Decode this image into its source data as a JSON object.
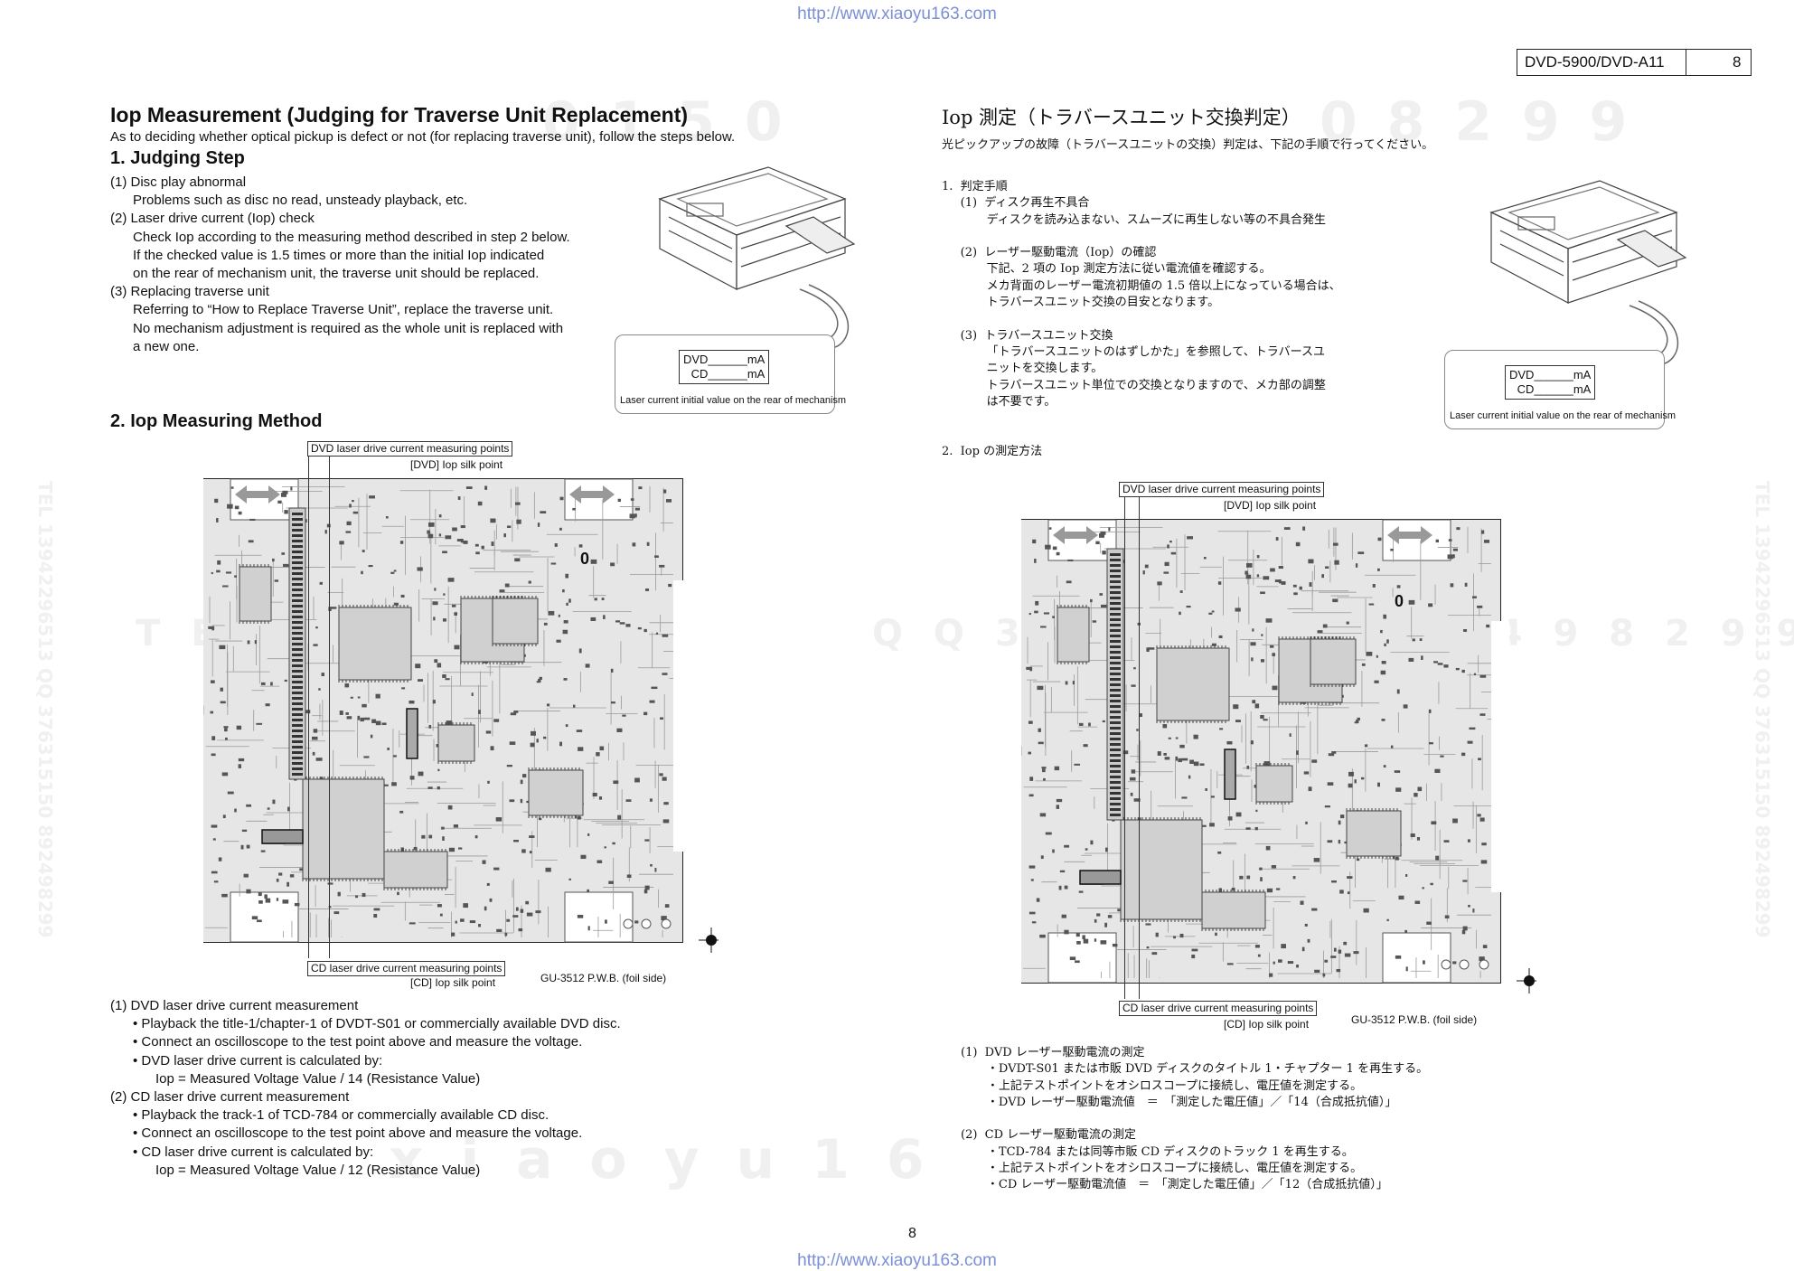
{
  "site_url": "http://www.xiaoyu163.com",
  "header": {
    "model": "DVD-5900/DVD-A11",
    "page": "8"
  },
  "watermarks": {
    "row1": "0 1 5 0",
    "row1b": "0 8 2 9 9",
    "row2": "T E L",
    "row2b": "Q Q 3 7 6 3 1 5 1 5 0 4 9 8 2 9 9",
    "row3": "x i a o y u 1 6",
    "side_left": "TEL 13942296513 QQ 376315150 892498299",
    "side_right": "TEL 13942296513 QQ 376315150 892498299"
  },
  "en": {
    "title": "Iop Measurement (Judging for Traverse Unit Replacement)",
    "intro": "As to deciding whether optical pickup is defect or not (for replacing traverse unit), follow the steps below.",
    "s1_title": "1. Judging Step",
    "s1_body": "(1) Disc play abnormal\n      Problems such as disc no read, unsteady playback, etc.\n(2) Laser drive current (Iop) check\n      Check Iop according to the measuring method described in step 2 below.\n      If the checked value is 1.5 times or more than the initial Iop indicated\n      on the rear of mechanism unit, the traverse unit should be replaced.\n(3) Replacing traverse unit\n      Referring to “How to Replace Traverse Unit”, replace the traverse unit.\n      No mechanism adjustment is required as the whole unit is replaced with\n      a new one.",
    "s2_title": "2. Iop Measuring Method",
    "bottom_body": "(1) DVD laser drive current measurement\n      • Playback the title-1/chapter-1 of DVDT-S01 or commercially available DVD disc.\n      • Connect an oscilloscope to the test point above and measure the voltage.\n      • DVD laser drive current is calculated by:\n            Iop = Measured Voltage Value / 14 (Resistance Value)\n(2) CD laser drive current measurement\n      • Playback the track-1 of TCD-784 or commercially available CD disc.\n      • Connect an oscilloscope to the test point above and measure the voltage.\n      • CD laser drive current is calculated by:\n            Iop = Measured Voltage Value / 12 (Resistance Value)"
  },
  "jp": {
    "title": "Iop 測定（トラバースユニット交換判定）",
    "intro": "光ピックアップの故障（トラバースユニットの交換）判定は、下記の手順で行ってください。",
    "s1_body": "1.  判定手順\n     (1)  ディスク再生不具合\n            ディスクを読み込まない、スムーズに再生しない等の不具合発生\n\n     (2)  レーザー駆動電流（Iop）の確認\n            下記、2 項の Iop 測定方法に従い電流値を確認する。\n            メカ背面のレーザー電流初期値の 1.5 倍以上になっている場合は、\n            トラバースユニット交換の目安となります。\n\n     (3)  トラバースユニット交換\n            「トラバースユニットのはずしかた」を参照して、トラバースユ\n            ニットを交換します。\n            トラバースユニット単位での交換となりますので、メカ部の調整\n            は不要です。",
    "s2_title": "2.  Iop の測定方法",
    "bottom_body": "(1)  DVD レーザー駆動電流の測定\n       ・DVDT-S01 または市販 DVD ディスクのタイトル 1・チャプター 1 を再生する。\n       ・上記テストポイントをオシロスコープに接続し、電圧値を測定する。\n       ・DVD レーザー駆動電流値　＝　「測定した電圧値」／「14（合成抵抗値）」\n\n(2)  CD レーザー駆動電流の測定\n       ・TCD-784 または同等市販 CD ディスクのトラック 1 を再生する。\n       ・上記テストポイントをオシロスコープに接続し、電圧値を測定する。\n       ・CD レーザー駆動電流値　＝　「測定した電圧値」／「12（合成抵抗値）」"
  },
  "mech": {
    "dvd_label": "DVD______mA",
    "cd_label": "CD______mA",
    "caption": "Laser current initial value on the rear of mechanism"
  },
  "pcb": {
    "dvd_points": "DVD laser drive current measuring points",
    "dvd_silk": "[DVD] Iop silk point",
    "cd_points": "CD laser drive current measuring points",
    "cd_silk": "[CD] Iop silk point",
    "board": "GU-3512 P.W.B. (foil side)",
    "zero": "0"
  },
  "footer_page": "8"
}
